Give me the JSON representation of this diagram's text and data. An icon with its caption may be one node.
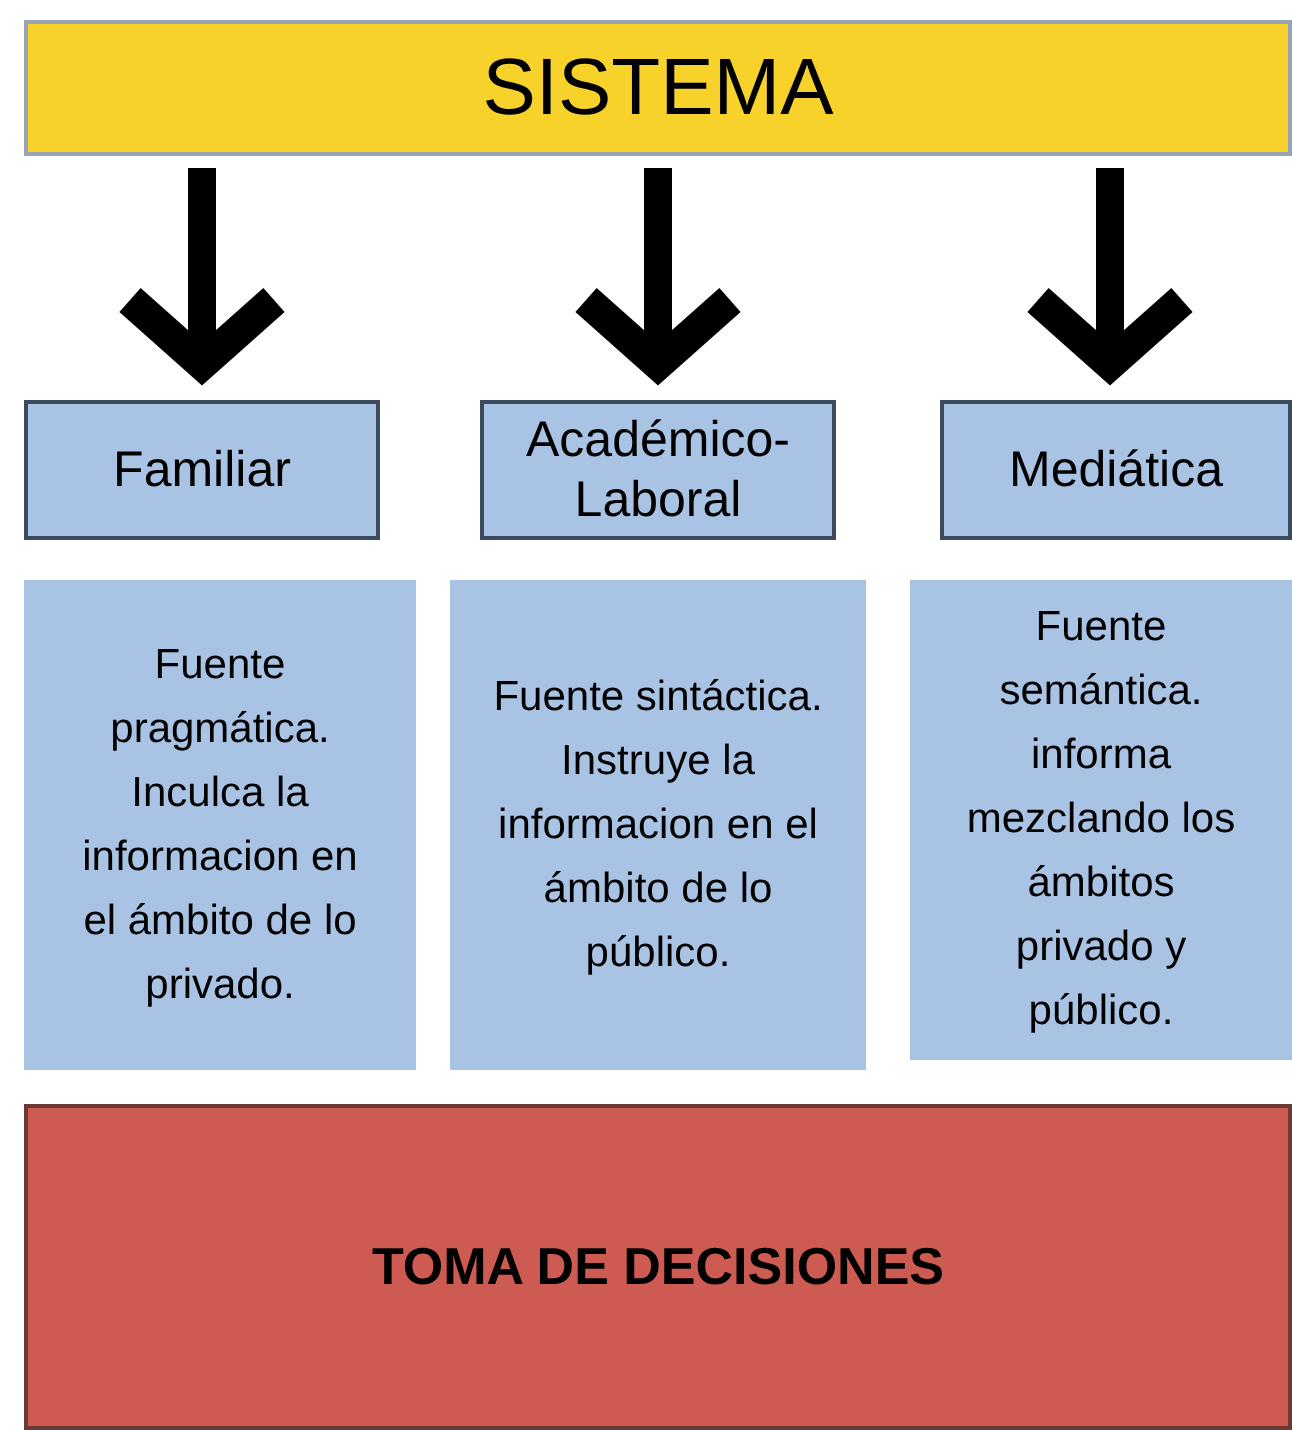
{
  "diagram": {
    "nodes": [
      {
        "text": [
          "SISTEMA"
        ]
      },
      {
        "text": [
          "Familiar"
        ]
      },
      {
        "text": [
          "Académico- Laboral"
        ]
      },
      {
        "text": [
          "Mediática"
        ]
      },
      {
        "text": [
          "Fuente pragmática. Inculca la informacion en el ámbito de lo privado."
        ]
      },
      {
        "text": [
          "Fuente sintáctica. Instruye la informacion en el ámbito de lo público."
        ]
      },
      {
        "text": [
          "Fuente semántica. informa mezclando los ámbitos privado y público."
        ]
      },
      {
        "text": [
          "TOMA DE DECISIONES"
        ]
      }
    ],
    "edges": [
      {
        "from": 0,
        "to": 1,
        "arrow": "to"
      },
      {
        "from": 0,
        "to": 2,
        "arrow": "to"
      },
      {
        "from": 0,
        "to": 3,
        "arrow": "to"
      }
    ]
  }
}
